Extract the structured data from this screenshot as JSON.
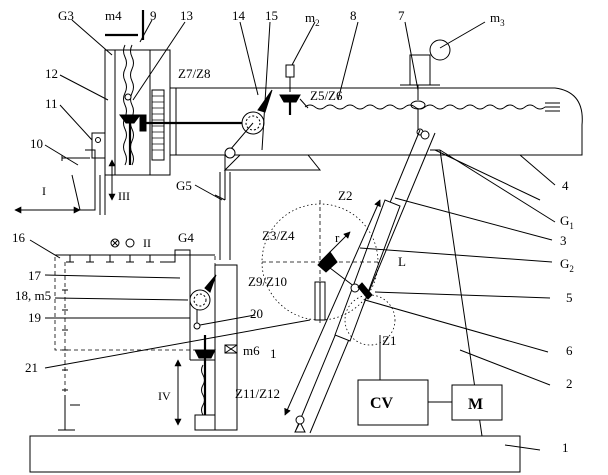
{
  "labels": {
    "g3": "G3",
    "m4": "m4",
    "n9": "9",
    "n13": "13",
    "n14": "14",
    "n15": "15",
    "m2_base": "m",
    "m2_sub": "2",
    "n8": "8",
    "n7": "7",
    "m3_base": "m",
    "m3_sub": "3",
    "n12": "12",
    "z7z8": "Z7/Z8",
    "z5z6": "Z5/Z6",
    "n11": "11",
    "n10": "10",
    "roman1": "I",
    "roman3": "III",
    "n4": "4",
    "g5": "G5",
    "g1_base": "G",
    "g1_sub": "1",
    "z2": "Z2",
    "n3": "3",
    "n16": "16",
    "roman2": "II",
    "g4": "G4",
    "z3z4": "Z3/Z4",
    "r": "r",
    "l": "L",
    "g2_base": "G",
    "g2_sub": "2",
    "z9z10": "Z9/Z10",
    "n17": "17",
    "n18m5": "18, m5",
    "n5": "5",
    "n19": "19",
    "n20": "20",
    "z1": "Z1",
    "n6": "6",
    "n21": "21",
    "m6": "m6",
    "n1_small": "1",
    "roman4": "IV",
    "cv": "CV",
    "m_box": "M",
    "n2": "2",
    "z11z12": "Z11/Z12",
    "n1": "1"
  }
}
